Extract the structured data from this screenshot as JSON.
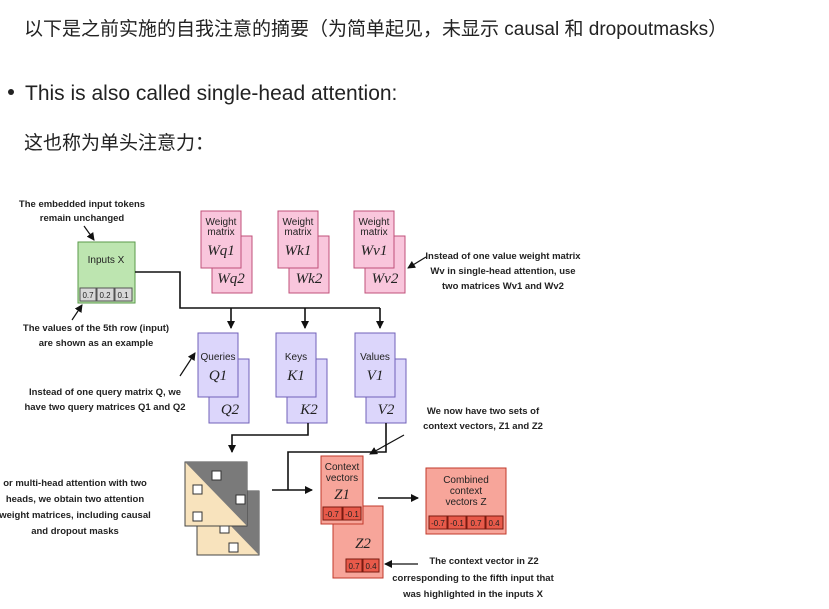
{
  "intro": {
    "line1": "以下是之前实施的自我注意的摘要（为简单起见，未显示 causal 和 dropoutmasks）",
    "bullet": "This is also called single-head attention:",
    "line3": "这也称为单头注意力："
  },
  "figure": {
    "ann_embedded": [
      "The embedded input tokens",
      "remain unchanged"
    ],
    "inputs_label": "Inputs X",
    "inputs_values": [
      "0.7",
      "0.2",
      "0.1"
    ],
    "ann_fifth_row": [
      "The values of the 5th row (input)",
      "are shown as an example"
    ],
    "weight_label": [
      "Weight",
      "matrix"
    ],
    "wq1": "Wq1",
    "wq2": "Wq2",
    "wk1": "Wk1",
    "wk2": "Wk2",
    "wv1": "Wv1",
    "wv2": "Wv2",
    "ann_value_weight": [
      "Instead of one value weight matrix",
      "Wv in single-head attention, use",
      "two matrices Wv1 and Wv2"
    ],
    "queries_label": "Queries",
    "q1": "Q1",
    "q2": "Q2",
    "keys_label": "Keys",
    "k1": "K1",
    "k2": "K2",
    "values_label": "Values",
    "v1": "V1",
    "v2": "V2",
    "ann_query": [
      "Instead of one query matrix Q, we",
      "have two query matrices Q1 and Q2"
    ],
    "ann_two_sets": [
      "We now have two sets of",
      "context vectors, Z1 and Z2"
    ],
    "ann_multihead": [
      "or multi-head attention with two",
      "heads, we obtain two attention",
      "weight matrices, including causal",
      "and dropout masks"
    ],
    "context_label": [
      "Context",
      "vectors"
    ],
    "z1": "Z1",
    "z1_values": [
      "-0.7",
      "-0.1"
    ],
    "z2": "Z2",
    "z2_values": [
      "0.7",
      "0.4"
    ],
    "combined_label": [
      "Combined",
      "context",
      "vectors Z"
    ],
    "combined_values": [
      "-0.7",
      "-0.1",
      "0.7",
      "0.4"
    ],
    "ann_context_z2": [
      "The context vector in Z2",
      "corresponding to the fifth input that",
      "was highlighted in the inputs X"
    ]
  },
  "colors": {
    "weight_fill": "#f9c6dc",
    "weight_stroke": "#c0507a",
    "qkv_fill": "#dcd6fb",
    "qkv_stroke": "#7060b8",
    "inputs_fill": "#bde5b0",
    "inputs_stroke": "#5a9a4a",
    "context_fill": "#f7a59a",
    "context_stroke": "#c0392b",
    "cell_fill": "#e85a4a",
    "attn_fill": "#f8e3bd"
  }
}
